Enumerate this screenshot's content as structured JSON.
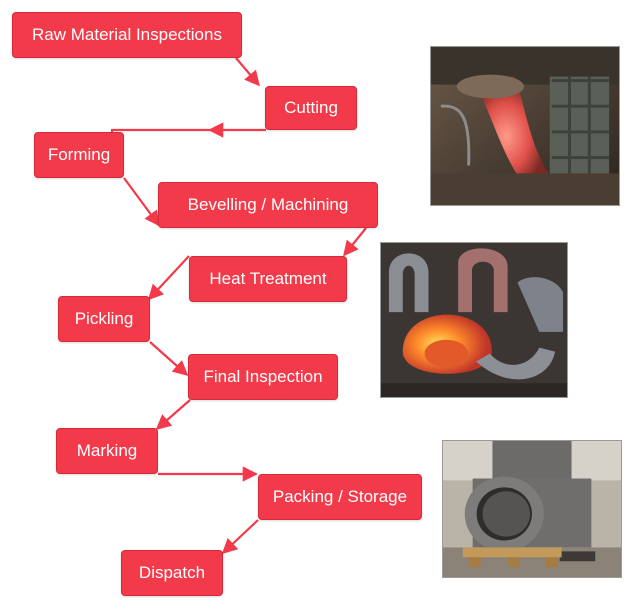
{
  "colors": {
    "step_fill": "#f23a4a",
    "connector": "#f23a4a",
    "step_text": "#ffffff"
  },
  "steps": [
    {
      "id": "raw-material-inspections",
      "label": "Raw Material Inspections"
    },
    {
      "id": "cutting",
      "label": "Cutting"
    },
    {
      "id": "forming",
      "label": "Forming"
    },
    {
      "id": "bevelling-machining",
      "label": "Bevelling / Machining"
    },
    {
      "id": "heat-treatment",
      "label": "Heat Treatment"
    },
    {
      "id": "pickling",
      "label": "Pickling"
    },
    {
      "id": "final-inspection",
      "label": "Final Inspection"
    },
    {
      "id": "marking",
      "label": "Marking"
    },
    {
      "id": "packing-storage",
      "label": "Packing / Storage"
    },
    {
      "id": "dispatch",
      "label": "Dispatch"
    }
  ],
  "connectors": [
    {
      "from": "raw-material-inspections",
      "to": "cutting"
    },
    {
      "from": "cutting",
      "to": "forming"
    },
    {
      "from": "forming",
      "to": "bevelling-machining"
    },
    {
      "from": "bevelling-machining",
      "to": "heat-treatment"
    },
    {
      "from": "heat-treatment",
      "to": "pickling"
    },
    {
      "from": "pickling",
      "to": "final-inspection"
    },
    {
      "from": "final-inspection",
      "to": "marking"
    },
    {
      "from": "marking",
      "to": "packing-storage"
    },
    {
      "from": "packing-storage",
      "to": "dispatch"
    }
  ],
  "photos": [
    {
      "id": "hot-forming-photo",
      "depicts": "hot-formed-elbow"
    },
    {
      "id": "heat-treatment-photo",
      "depicts": "glowing-u-bends"
    },
    {
      "id": "tee-photo",
      "depicts": "large-pipe-tee-on-pallet"
    }
  ]
}
